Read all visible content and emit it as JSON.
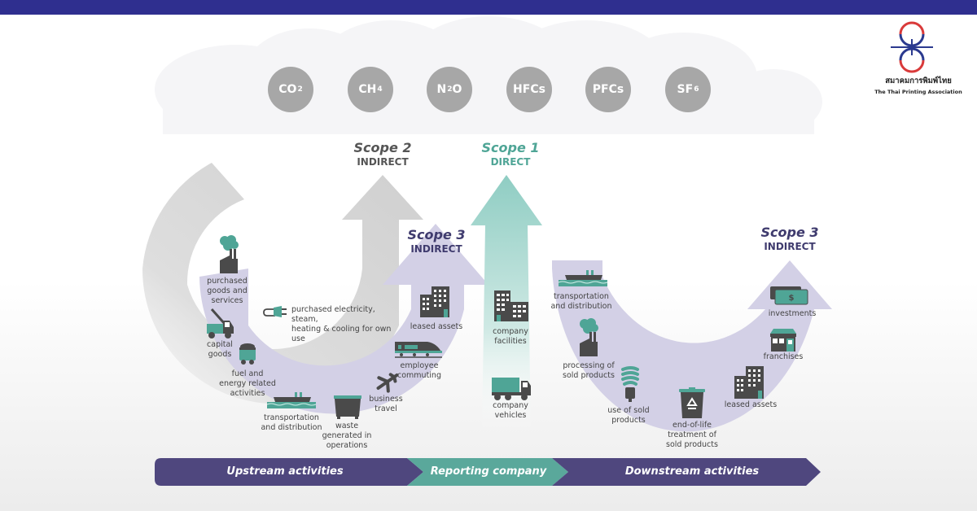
{
  "header": {
    "bar_color": "#2f2f8f"
  },
  "logo": {
    "thai_name": "สมาคมการพิมพ์ไทย",
    "english_name": "The Thai Printing Association"
  },
  "gases": [
    {
      "base": "CO",
      "sub": "2"
    },
    {
      "base": "CH",
      "sub": "4"
    },
    {
      "base": "N",
      "sub": "2",
      "tail": "O"
    },
    {
      "base": "HFCs",
      "sub": ""
    },
    {
      "base": "PFCs",
      "sub": ""
    },
    {
      "base": "SF",
      "sub": "6"
    }
  ],
  "scopes": {
    "scope2": {
      "title": "Scope 2",
      "subtitle": "INDIRECT",
      "color": "#555555"
    },
    "scope1": {
      "title": "Scope 1",
      "subtitle": "DIRECT",
      "color": "#4fa596"
    },
    "scope3_upstream": {
      "title": "Scope 3",
      "subtitle": "INDIRECT",
      "color": "#3f3b6e"
    },
    "scope3_downstream": {
      "title": "Scope 3",
      "subtitle": "INDIRECT",
      "color": "#3f3b6e"
    }
  },
  "upstream_items": [
    {
      "icon": "factory-icon",
      "label": "purchased\ngoods and\nservices"
    },
    {
      "icon": "crane-truck-icon",
      "label": "capital\ngoods"
    },
    {
      "icon": "coal-cart-icon",
      "label": "fuel and\nenergy related\nactivities"
    },
    {
      "icon": "ship-icon",
      "label": "transportation\nand distribution"
    },
    {
      "icon": "dumpster-icon",
      "label": "waste\ngenerated in\noperations"
    },
    {
      "icon": "airplane-icon",
      "label": "business\ntravel"
    },
    {
      "icon": "train-icon",
      "label": "employee\ncommuting"
    },
    {
      "icon": "building-icon",
      "label": "leased assets"
    }
  ],
  "scope2_item": {
    "icon": "plug-icon",
    "label": "purchased electricity, steam,\nheating & cooling for own use"
  },
  "direct_items": [
    {
      "icon": "buildings-icon",
      "label": "company\nfacilities"
    },
    {
      "icon": "truck-icon",
      "label": "company\nvehicles"
    }
  ],
  "downstream_items": [
    {
      "icon": "ship-icon",
      "label": "transportation\nand distribution"
    },
    {
      "icon": "factory-icon",
      "label": "processing of\nsold products"
    },
    {
      "icon": "lightbulb-icon",
      "label": "use of sold\nproducts"
    },
    {
      "icon": "recycle-bin-icon",
      "label": "end-of-life\ntreatment of\nsold products"
    },
    {
      "icon": "building-icon",
      "label": "leased assets"
    },
    {
      "icon": "storefront-icon",
      "label": "franchises"
    },
    {
      "icon": "money-icon",
      "label": "investments"
    }
  ],
  "banner": {
    "upstream": "Upstream activities",
    "reporting": "Reporting company",
    "downstream": "Downstream activities",
    "purple": "#4f477e",
    "teal": "#5aa89b"
  },
  "colors": {
    "teal_icon": "#4fa596",
    "dark_icon": "#4a4a4a",
    "purple_arc": "#d3d0e6",
    "grey_arc": "#d4d4d4"
  }
}
